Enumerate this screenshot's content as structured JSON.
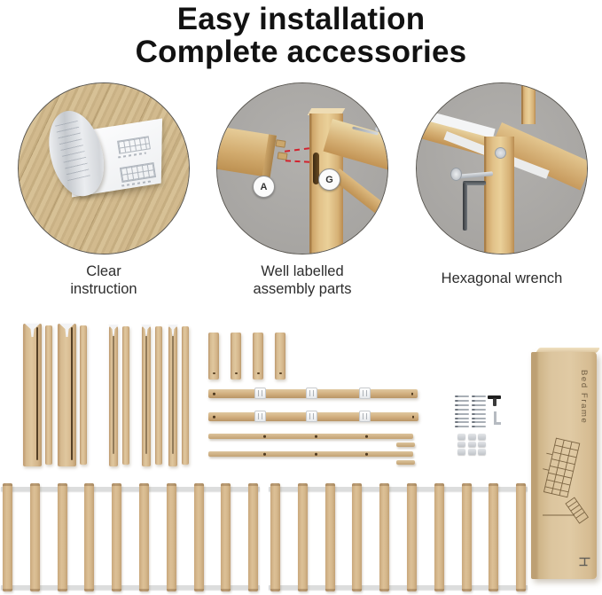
{
  "header": {
    "line1": "Easy installation",
    "line2": "Complete accessories"
  },
  "features": [
    {
      "image": "instruction-booklet-photo",
      "caption": [
        "Clear",
        "instruction"
      ]
    },
    {
      "image": "labelled-parts-photo",
      "caption": [
        "Well labelled",
        "assembly parts"
      ],
      "part_labels": {
        "rail": "A",
        "post": "G"
      }
    },
    {
      "image": "hex-wrench-photo",
      "caption": [
        "Hexagonal wrench",
        ""
      ]
    }
  ],
  "box": {
    "label": "Bed Frame"
  },
  "parts": {
    "leg_assemblies": 5,
    "short_posts": 4,
    "bracket_rails": 2,
    "brackets_per_rail": 3,
    "support_rails": 2,
    "connector_pieces": 2,
    "screws": 16,
    "nuts": 9,
    "slat_sections": [
      10,
      10
    ]
  },
  "colors": {
    "wood": "#d4b88e",
    "accent_red": "#d2232e",
    "strap_gray": "#dcdddd",
    "box_kraft": "#d9c29c",
    "photo_gray": "#aaa8a5"
  }
}
